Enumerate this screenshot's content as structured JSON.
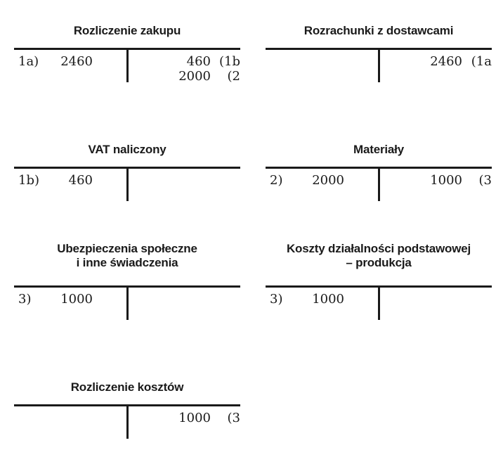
{
  "colors": {
    "background": "#ffffff",
    "ink": "#1a1a1a"
  },
  "accounts": [
    {
      "title_lines": [
        "Rozliczenie zakupu"
      ],
      "debit": [
        {
          "ref": "1a)",
          "amount": "2460"
        }
      ],
      "credit": [
        {
          "amount": "460",
          "ref": "(1b"
        },
        {
          "amount": "2000",
          "ref": "(2"
        }
      ]
    },
    {
      "title_lines": [
        "Rozrachunki z dostawcami"
      ],
      "debit": [],
      "credit": [
        {
          "amount": "2460",
          "ref": "(1a"
        }
      ]
    },
    {
      "title_lines": [
        "VAT naliczony"
      ],
      "debit": [
        {
          "ref": "1b)",
          "amount": "460"
        }
      ],
      "credit": []
    },
    {
      "title_lines": [
        "Materiały"
      ],
      "debit": [
        {
          "ref": "2)",
          "amount": "2000"
        }
      ],
      "credit": [
        {
          "amount": "1000",
          "ref": "(3"
        }
      ]
    },
    {
      "title_lines": [
        "Ubezpieczenia społeczne",
        "i inne świadczenia"
      ],
      "debit": [
        {
          "ref": "3)",
          "amount": "1000"
        }
      ],
      "credit": []
    },
    {
      "title_lines": [
        "Koszty działalności podstawowej",
        "– produkcja"
      ],
      "debit": [
        {
          "ref": "3)",
          "amount": "1000"
        }
      ],
      "credit": []
    },
    {
      "title_lines": [
        "Rozliczenie kosztów"
      ],
      "debit": [],
      "credit": [
        {
          "amount": "1000",
          "ref": "(3"
        }
      ]
    }
  ]
}
